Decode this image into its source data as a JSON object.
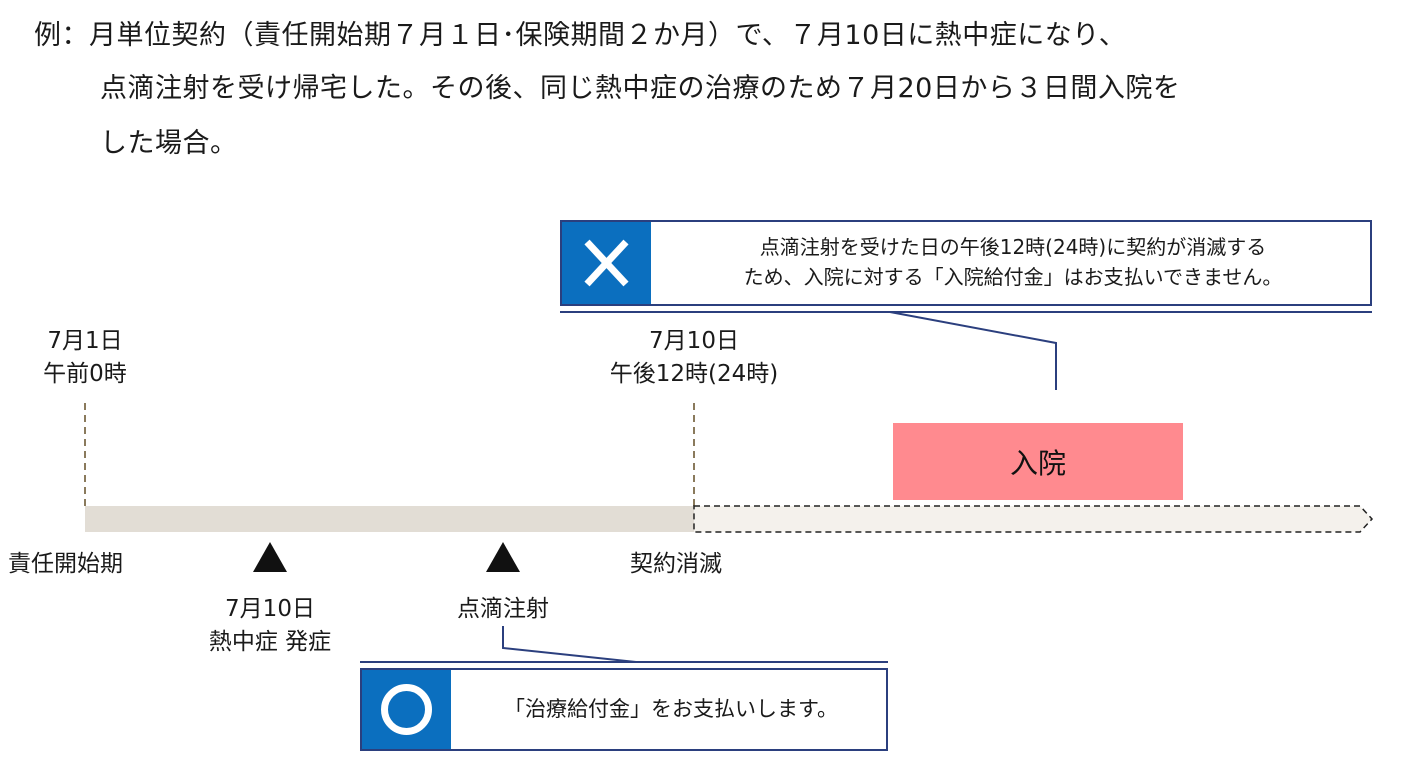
{
  "intro": {
    "line1": "例：月単位契約（責任開始期７月１日･保険期間２か月）で、７月10日に熱中症になり、",
    "line2": "点滴注射を受け帰宅した。その後、同じ熱中症の治療のため７月20日から３日間入院を",
    "line3": "した場合。"
  },
  "ng_box": {
    "icon": "cross-icon",
    "line1": "点滴注射を受けた日の午後12時(24時)に契約が消滅する",
    "line2": "ため、入院に対する「入院給付金」はお支払いできません。"
  },
  "ok_box": {
    "icon": "circle-icon",
    "text": "「治療給付金」をお支払いします。"
  },
  "start_marker": {
    "date": "7月1日",
    "time": "午前0時"
  },
  "end_marker": {
    "date": "7月10日",
    "time": "午後12時(24時)"
  },
  "timeline": {
    "start_label": "責任開始期",
    "end_label": "契約消滅",
    "hospital_label": "入院"
  },
  "events": [
    {
      "line1": "7月10日",
      "line2": "熱中症 発症"
    },
    {
      "line1": "点滴注射"
    }
  ],
  "colors": {
    "accent_blue": "#0b6fbf",
    "box_border": "#2b3f7e",
    "timeline_fill": "#e2ddd5",
    "marker_dash": "#8a7a5c",
    "hospital_fill": "#ff8a8f"
  }
}
